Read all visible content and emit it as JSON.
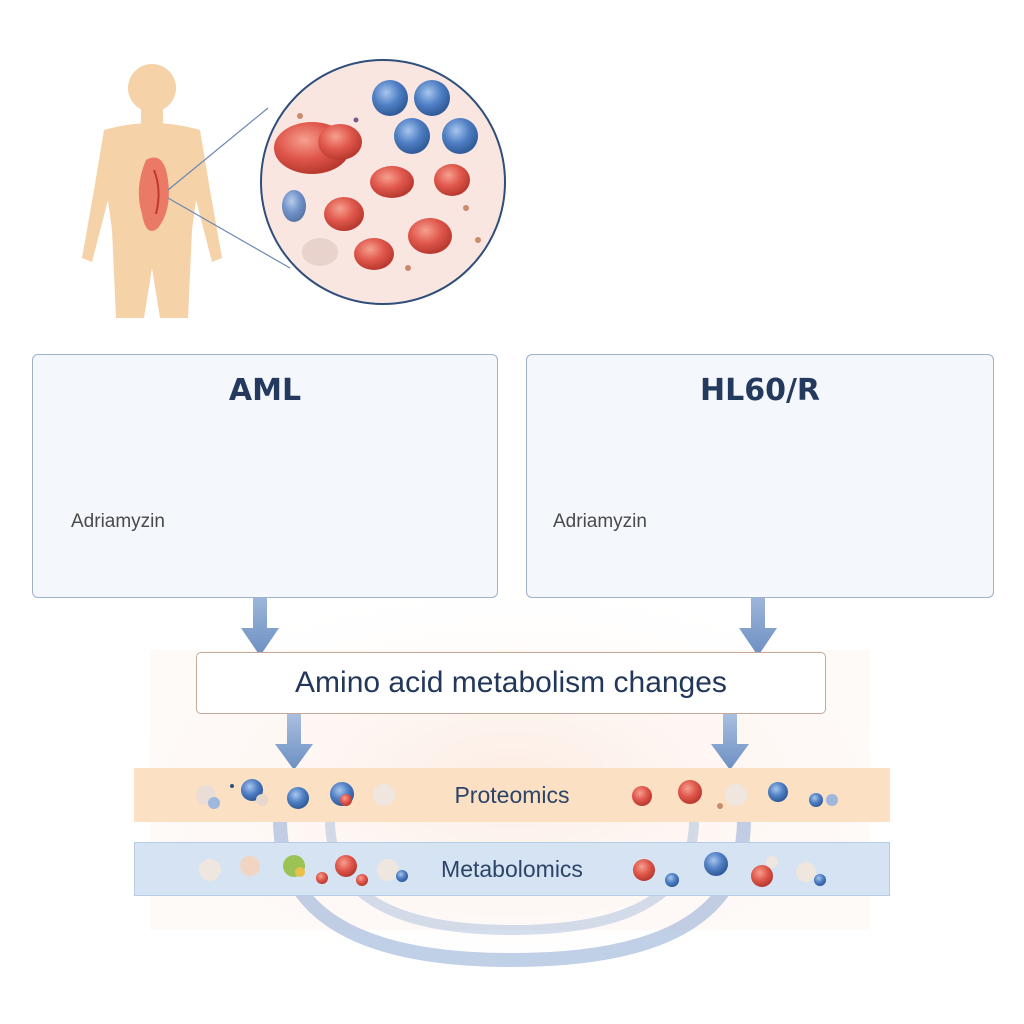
{
  "panels": {
    "left": {
      "title": "AML",
      "drug_label": "Adriamyzin"
    },
    "right": {
      "title": "HL60/R",
      "drug_label": "Adriamyzin"
    }
  },
  "change_box": {
    "label": "Amino acid metabolism changes"
  },
  "bands": {
    "proteomics": {
      "label": "Proteomics"
    },
    "metabolomics": {
      "label": "Metabolomics"
    }
  },
  "colors": {
    "panel_border": "#9fb2cc",
    "panel_fill": "#f4f7fb",
    "arrow_blue": "#7b9cc8",
    "red_cell": "#e0574c",
    "blue_cell": "#4f7fc4",
    "proteomics_band": "#fbe0c4",
    "metabolomics_band": "#d6e3f3",
    "skin": "#f5d2a8"
  }
}
